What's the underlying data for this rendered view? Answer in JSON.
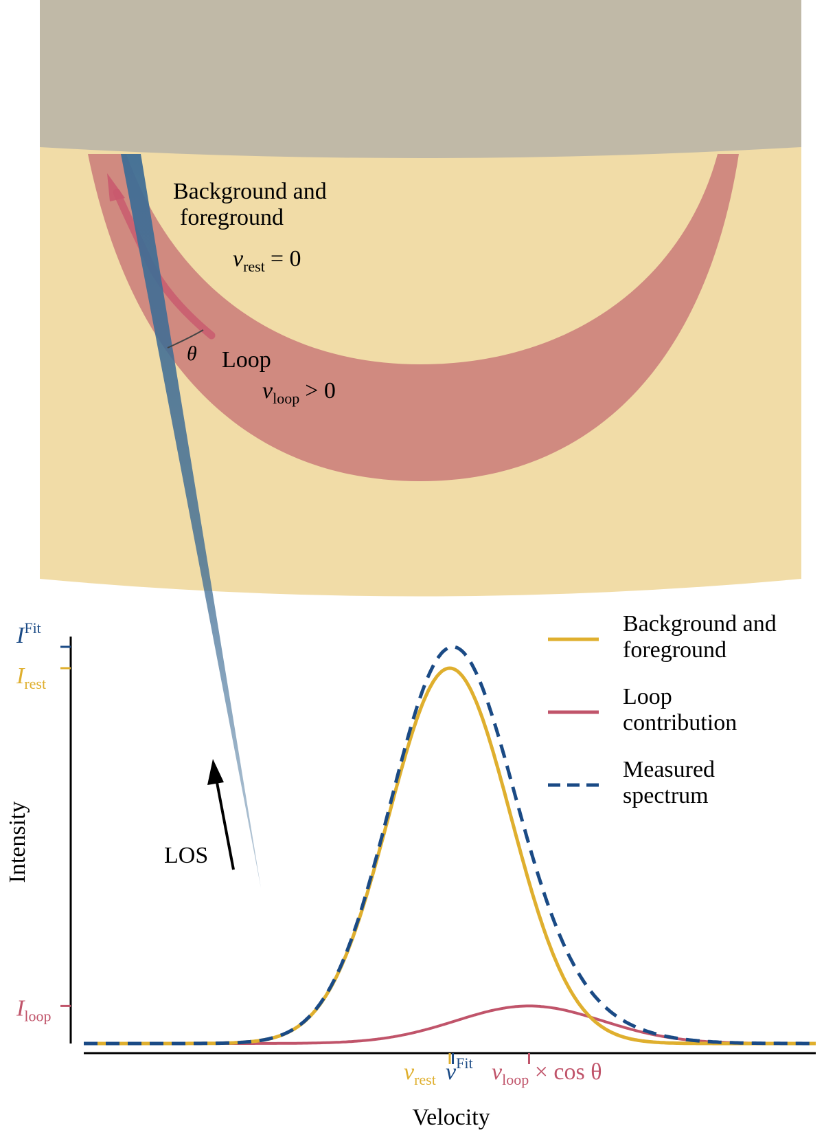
{
  "colors": {
    "corona_top": "#c0b9a7",
    "atmosphere": "#f1dca7",
    "loop": "#d08a80",
    "loop_arrow": "#c95a6e",
    "los": "#3f6d95",
    "background_line": "#dfaf2e",
    "loop_line": "#c0546a",
    "measured_line": "#1a4a85",
    "axis": "#000000"
  },
  "scene": {
    "bg_label_1": "Background and",
    "bg_label_2": "foreground",
    "vrest_label": {
      "symbol": "v",
      "sub": "rest",
      "rel": "= 0"
    },
    "loop_label": "Loop",
    "vloop_label": {
      "symbol": "v",
      "sub": "loop",
      "rel": "> 0"
    },
    "theta": "θ",
    "los_label": "LOS"
  },
  "legend": [
    {
      "line1": "Background and",
      "line2": "foreground",
      "style": "solid",
      "color_key": "background_line"
    },
    {
      "line1": "Loop",
      "line2": "contribution",
      "style": "solid",
      "color_key": "loop_line"
    },
    {
      "line1": "Measured",
      "line2": "spectrum",
      "style": "dashed",
      "color_key": "measured_line"
    }
  ],
  "axes": {
    "ylabel": "Intensity",
    "xlabel": "Velocity",
    "y_ticks": [
      {
        "symbol": "I",
        "script": "Fit",
        "kind": "sup",
        "color_key": "measured_line"
      },
      {
        "symbol": "I",
        "script": "rest",
        "kind": "sub",
        "color_key": "background_line"
      },
      {
        "symbol": "I",
        "script": "loop",
        "kind": "sub",
        "color_key": "loop_line"
      }
    ],
    "x_ticks": [
      {
        "symbol": "v",
        "script": "rest",
        "kind": "sub",
        "color_key": "background_line"
      },
      {
        "symbol": "v",
        "script": "Fit",
        "kind": "sup",
        "color_key": "measured_line"
      },
      {
        "symbol": "v",
        "script": "loop",
        "kind": "sub",
        "suffix": " × cos θ",
        "color_key": "loop_line"
      }
    ]
  },
  "chart_data": {
    "type": "line",
    "x_range": [
      -6,
      6
    ],
    "series_params": {
      "background": {
        "center": 0,
        "amplitude": 1.0,
        "sigma": 1.0
      },
      "loop": {
        "center": 1.3,
        "amplitude": 0.1,
        "sigma": 1.2
      },
      "measured": "background + loop"
    }
  }
}
